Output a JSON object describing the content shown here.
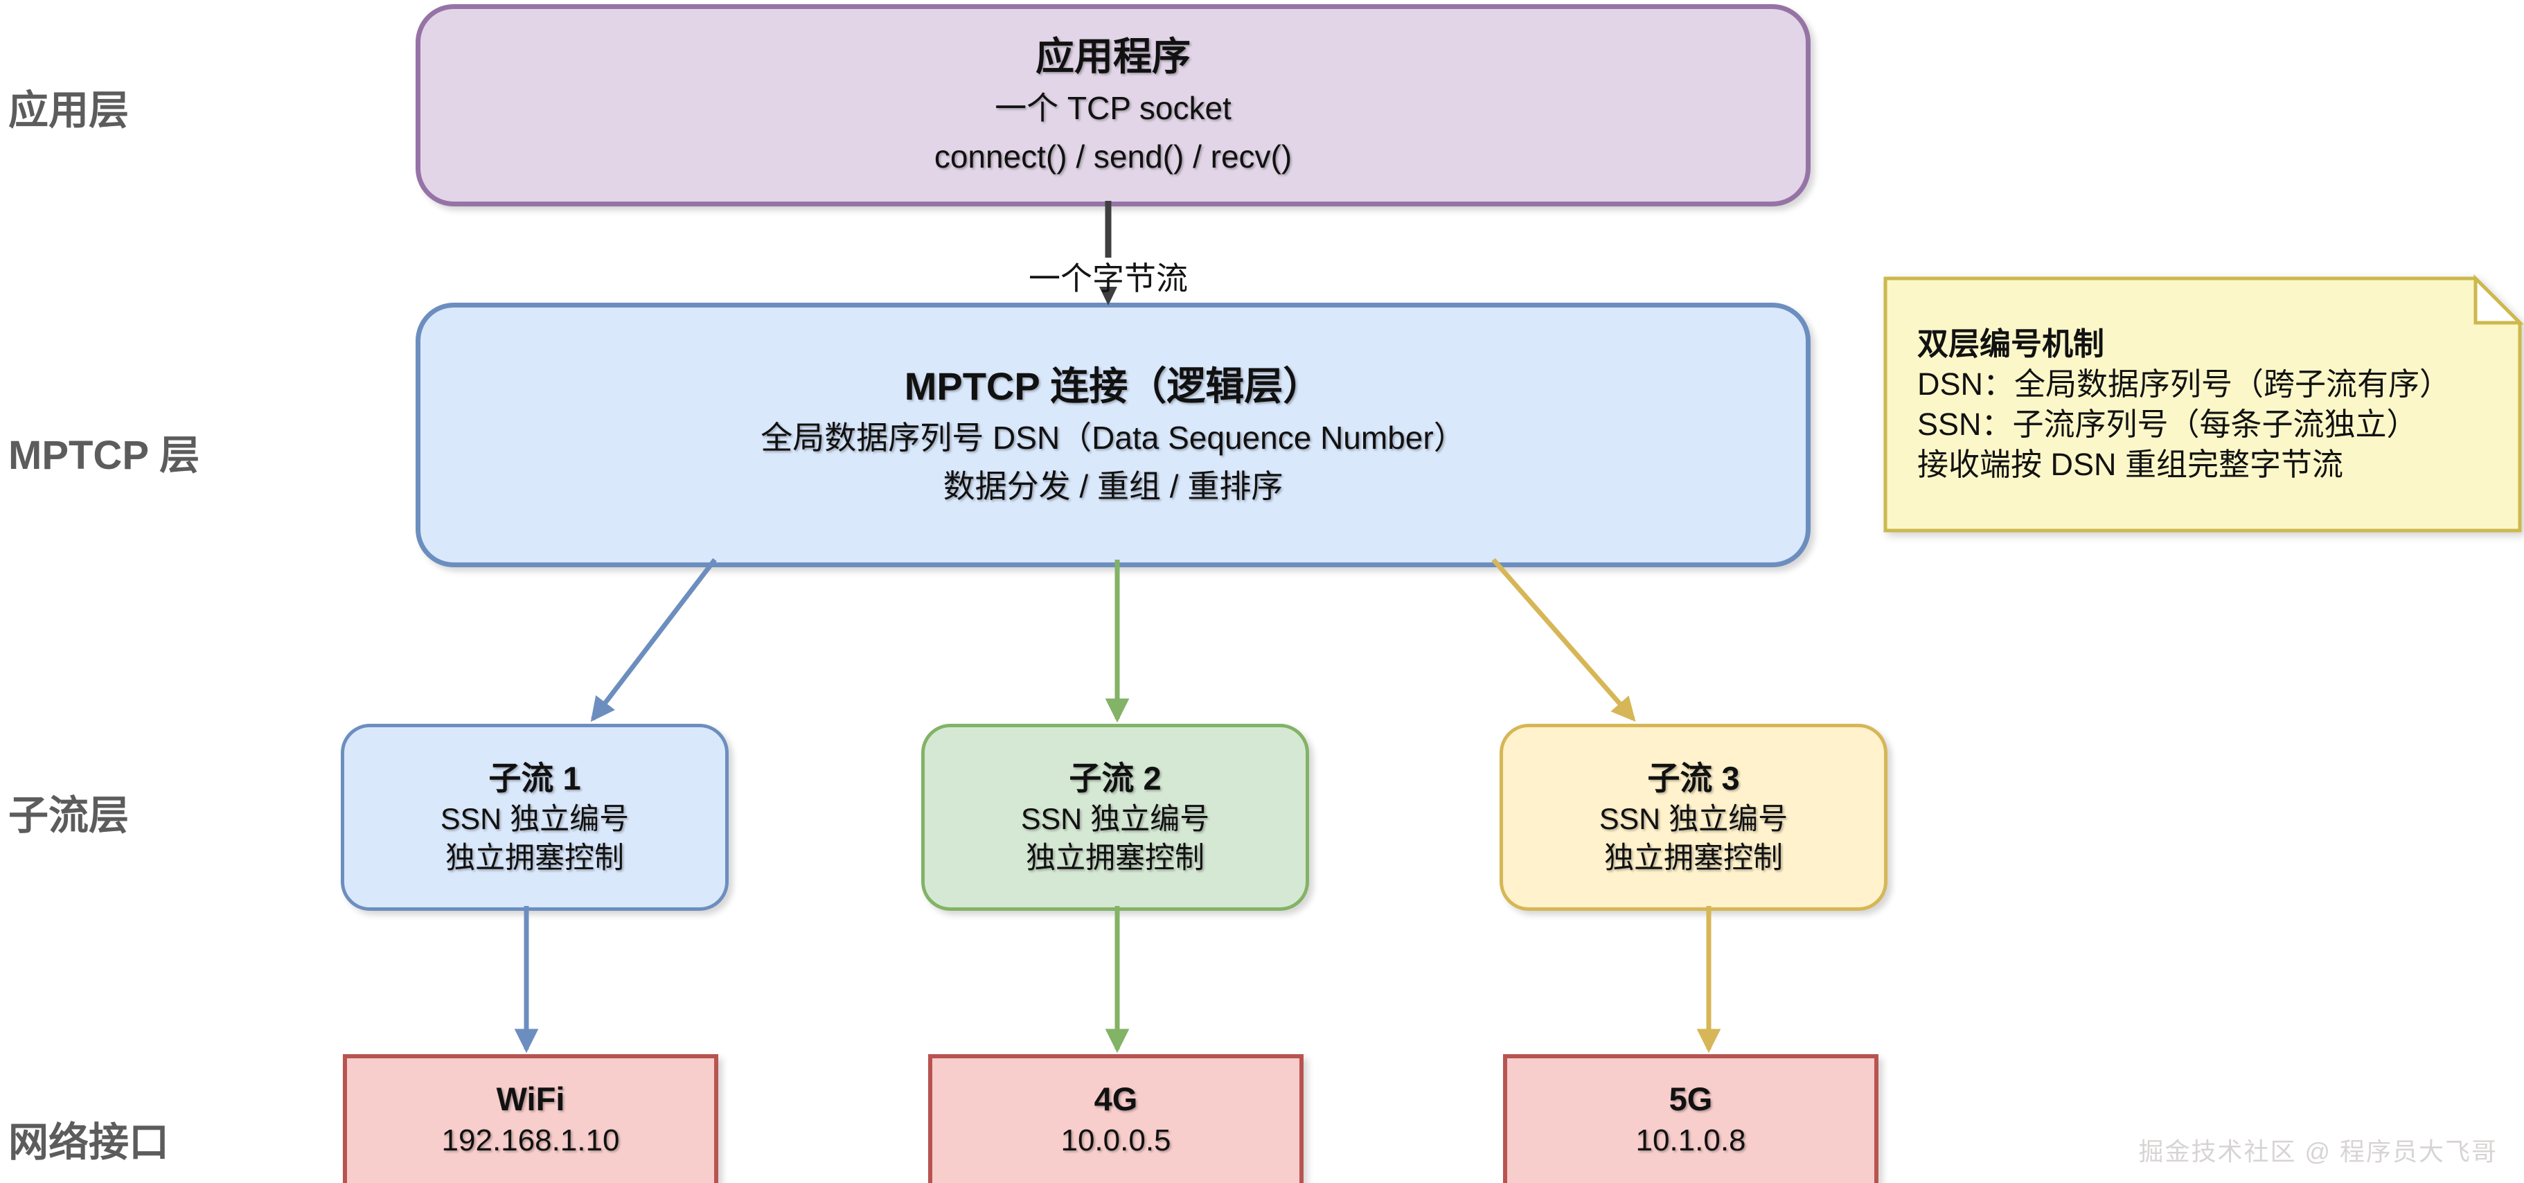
{
  "layer_labels": {
    "application": "应用层",
    "mptcp": "MPTCP 层",
    "subflow": "子流层",
    "network": "网络接口"
  },
  "app_box": {
    "title": "应用程序",
    "line1": "一个 TCP socket",
    "line2": "connect() / send() / recv()"
  },
  "edge_labels": {
    "byte_stream": "一个字节流"
  },
  "mptcp_box": {
    "title": "MPTCP 连接（逻辑层）",
    "line1": "全局数据序列号 DSN（Data Sequence Number）",
    "line2": "数据分发 / 重组 / 重排序"
  },
  "note": {
    "title": "双层编号机制",
    "line1": "DSN：全局数据序列号（跨子流有序）",
    "line2": "SSN：子流序列号（每条子流独立）",
    "line3": "接收端按 DSN 重组完整字节流"
  },
  "subflows": [
    {
      "title": "子流 1",
      "line1": "SSN 独立编号",
      "line2": "独立拥塞控制",
      "fill": "#DAE8FC",
      "stroke": "#6C8EBF"
    },
    {
      "title": "子流 2",
      "line1": "SSN 独立编号",
      "line2": "独立拥塞控制",
      "fill": "#D5E8D4",
      "stroke": "#82B366"
    },
    {
      "title": "子流 3",
      "line1": "SSN 独立编号",
      "line2": "独立拥塞控制",
      "fill": "#FFF2CC",
      "stroke": "#D6B656"
    }
  ],
  "interfaces": [
    {
      "title": "WiFi",
      "ip": "192.168.1.10"
    },
    {
      "title": "4G",
      "ip": "10.0.0.5"
    },
    {
      "title": "5G",
      "ip": "10.1.0.8"
    }
  ],
  "watermark": "掘金技术社区 @ 程序员大飞哥",
  "colors": {
    "app_fill": "#E1D5E7",
    "app_stroke": "#9673A6",
    "mptcp_fill": "#DAE8FC",
    "mptcp_stroke": "#6C8EBF",
    "interface_fill": "#F8CECC",
    "interface_stroke": "#B85450",
    "note_fill": "#FBF7C8",
    "note_stroke": "#CDB84D",
    "arrow_blue": "#6C8EBF",
    "arrow_green": "#82B366",
    "arrow_yellow": "#D6B656",
    "arrow_black": "#3F3F3F",
    "layer_label_gray": "#5C5C5C"
  }
}
